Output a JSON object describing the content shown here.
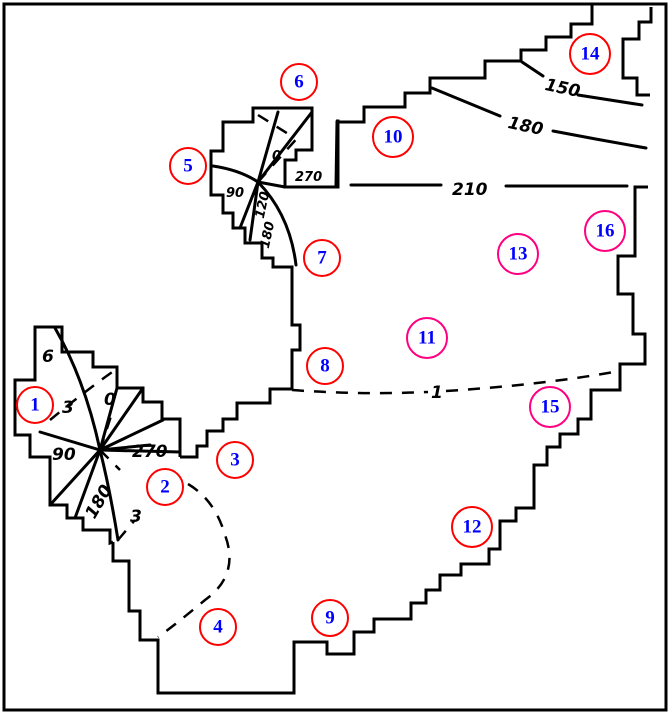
{
  "colors": {
    "marker_red": "#ff0000",
    "marker_magenta": "#ff0080",
    "marker_text": "#0000ff",
    "line": "#000000"
  },
  "contour_labels": {
    "c150": "150",
    "c180": "180",
    "c210": "210",
    "c1": "1"
  },
  "star_large": {
    "l6": "6",
    "l3a": "3",
    "l0": "0",
    "l90": "90",
    "l270": "270",
    "l180": "180",
    "l3b": "3"
  },
  "star_small": {
    "l0": "0",
    "l270": "270",
    "l90": "90",
    "l120": "120",
    "l180": "180"
  },
  "markers": [
    {
      "label": "1",
      "style": "red"
    },
    {
      "label": "2",
      "style": "red"
    },
    {
      "label": "3",
      "style": "red"
    },
    {
      "label": "4",
      "style": "red"
    },
    {
      "label": "5",
      "style": "red"
    },
    {
      "label": "6",
      "style": "red"
    },
    {
      "label": "7",
      "style": "red"
    },
    {
      "label": "8",
      "style": "red"
    },
    {
      "label": "9",
      "style": "red"
    },
    {
      "label": "10",
      "style": "red"
    },
    {
      "label": "11",
      "style": "magenta"
    },
    {
      "label": "12",
      "style": "red"
    },
    {
      "label": "13",
      "style": "magenta"
    },
    {
      "label": "14",
      "style": "red"
    },
    {
      "label": "15",
      "style": "magenta"
    },
    {
      "label": "16",
      "style": "magenta"
    }
  ]
}
